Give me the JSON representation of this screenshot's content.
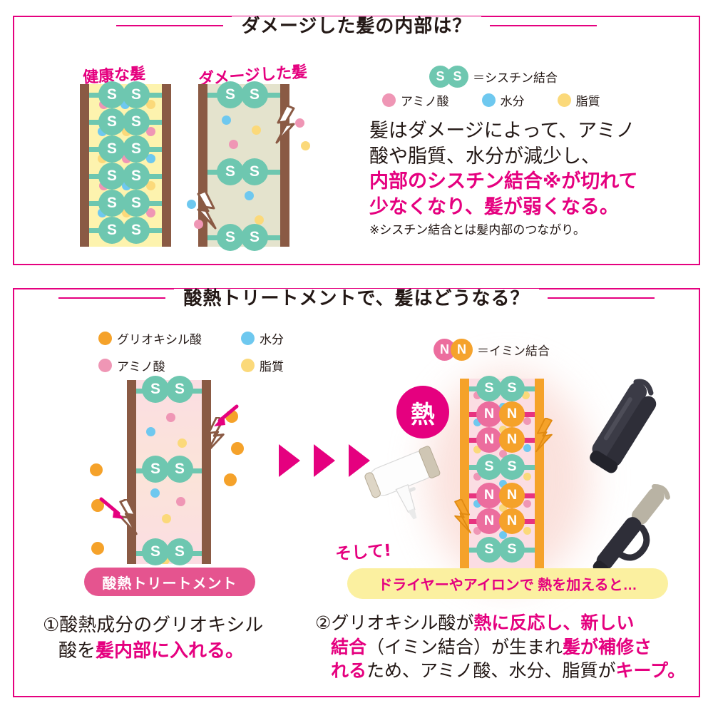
{
  "page": {
    "background": "#ffffff",
    "accent_pink": "#e5007f",
    "text_color": "#231815"
  },
  "palette": {
    "ss_green": "#6ec7b0",
    "amino_pink": "#ef96b5",
    "water_blue": "#6ec8ef",
    "lipid_yellow": "#fbd97a",
    "glyoxylic_orange": "#f5a22a",
    "imine_pink": "#ec6d9e",
    "cuticle_brown": "#8a5a44",
    "healthy_core": "#fdf3ae",
    "damaged_core": "#e4e3cd",
    "treated_core": "#fbdde3",
    "banner_yellow": "#fbf0a0"
  },
  "section_top": {
    "title": "ダメージした髪の内部は？",
    "diagram_labels": {
      "healthy": "健康な髪",
      "damaged": "ダメージした髪"
    },
    "bond_legend": {
      "letter": "S",
      "equals": "＝シスチン結合"
    },
    "legend": [
      {
        "label": "アミノ酸",
        "color": "#ef96b5",
        "icon": "amino-acid-dot-icon"
      },
      {
        "label": "水分",
        "color": "#6ec8ef",
        "icon": "water-dot-icon"
      },
      {
        "label": "脂質",
        "color": "#fbd97a",
        "icon": "lipid-dot-icon"
      }
    ],
    "body": {
      "line1": "髪はダメージによって、アミノ",
      "line2": "酸や脂質、水分が減少し、",
      "line3_pink": "内部のシスチン結合※が切れて",
      "line4_pink": "少なくなり、髪が弱くなる。",
      "footnote": "※シスチン結合とは髪内部のつながり。"
    }
  },
  "section_bottom": {
    "title": "酸熱トリートメントで、髪はどうなる？",
    "legend": [
      {
        "label": "グリオキシル酸",
        "color": "#f5a22a",
        "icon": "glyoxylic-acid-dot-icon"
      },
      {
        "label": "水分",
        "color": "#6ec8ef",
        "icon": "water-dot-icon"
      },
      {
        "label": "アミノ酸",
        "color": "#ef96b5",
        "icon": "amino-acid-dot-icon"
      },
      {
        "label": "脂質",
        "color": "#fbd97a",
        "icon": "lipid-dot-icon"
      }
    ],
    "imine_legend": {
      "letter_left": "N",
      "letter_right": "N",
      "equals": "＝イミン結合"
    },
    "heat_badge": "熱",
    "soshite": "そして!",
    "pill_label": "酸熱トリートメント",
    "banner_label": "ドライヤーやアイロンで 熱を加えると…",
    "caption_left": {
      "line1_plain": "①酸熱成分のグリオキシル",
      "line2_plain": "酸を",
      "line2_pink": "髪内部に入れる。"
    },
    "caption_right": {
      "l1_plain": "②グリオキシル酸が",
      "l1_pink": "熱に反応し、新しい",
      "l2_pink_a": "結合",
      "l2_plain_a": "（イミン結合）が生まれ",
      "l2_pink_b": "髪が補修さ",
      "l3_pink_a": "れる",
      "l3_plain": "ため、アミノ酸、水分、脂質が",
      "l3_pink_b": "キープ。"
    }
  },
  "tools": {
    "hair_dryer": "hair-dryer-icon",
    "flat_iron": "flat-iron-icon",
    "curling_iron": "curling-iron-icon"
  },
  "chart_data": {
    "type": "diagram",
    "title": "酸熱トリートメントによる髪内部構造の変化",
    "panels": [
      {
        "name": "healthy-hair",
        "core_color": "#fdf3ae",
        "ss_bond_count": 6,
        "amino_acid_dots": 5,
        "water_dots": 4,
        "lipid_dots": 5,
        "broken_bonds": 0
      },
      {
        "name": "damaged-hair",
        "core_color": "#e4e3cd",
        "ss_bond_count": 3,
        "amino_acid_dots": 2,
        "water_dots": 3,
        "lipid_dots": 2,
        "broken_bonds": 2,
        "escaped_dots": 5
      },
      {
        "name": "acid-heat-treatment",
        "core_color": "#fbdde3",
        "ss_bond_count": 3,
        "glyoxylic_acid_dots_outside": 6,
        "broken_bonds": 2
      },
      {
        "name": "after-heat",
        "core_color": "#fbdde3",
        "ss_bond_count": 3,
        "nn_bond_count": 4,
        "broken_bonds": 2
      }
    ]
  }
}
